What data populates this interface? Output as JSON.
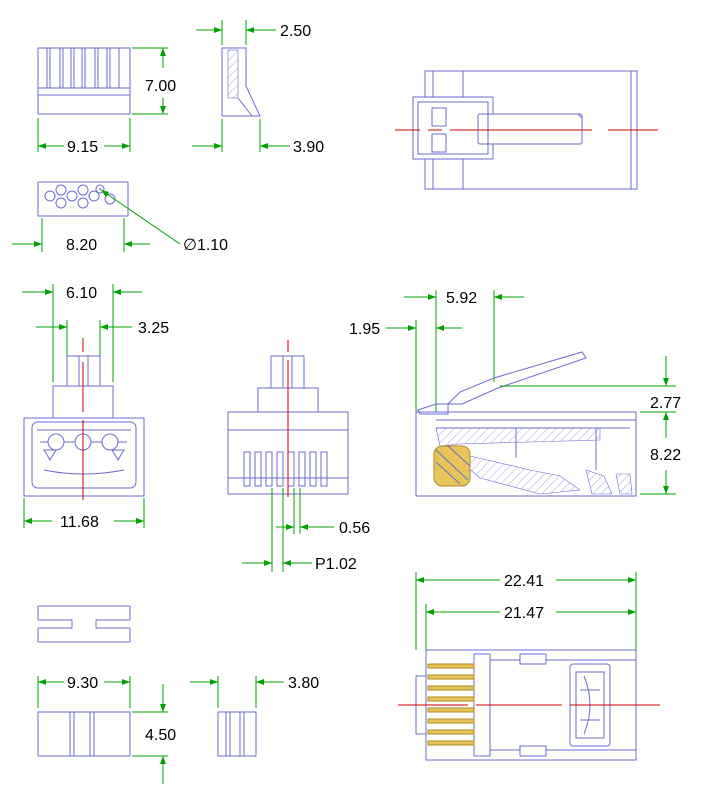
{
  "title": "",
  "colors": {
    "outline": "#6b6bd0",
    "dimension": "#00a000",
    "centerline": "#d00000",
    "text": "#000000",
    "contact": "#e8c55a"
  },
  "dimensions": {
    "d_2_50": "2.50",
    "d_7_00": "7.00",
    "d_9_15": "9.15",
    "d_3_90": "3.90",
    "d_8_20": "8.20",
    "d_dia_1_10": "∅1.10",
    "d_6_10": "6.10",
    "d_3_25": "3.25",
    "d_11_68": "11.68",
    "d_0_56": "0.56",
    "d_p1_02": "P1.02",
    "d_5_92": "5.92",
    "d_1_95": "1.95",
    "d_2_77": "2.77",
    "d_8_22": "8.22",
    "d_22_41": "22.41",
    "d_21_47": "21.47",
    "d_9_30": "9.30",
    "d_4_50": "4.50",
    "d_3_80": "3.80"
  }
}
